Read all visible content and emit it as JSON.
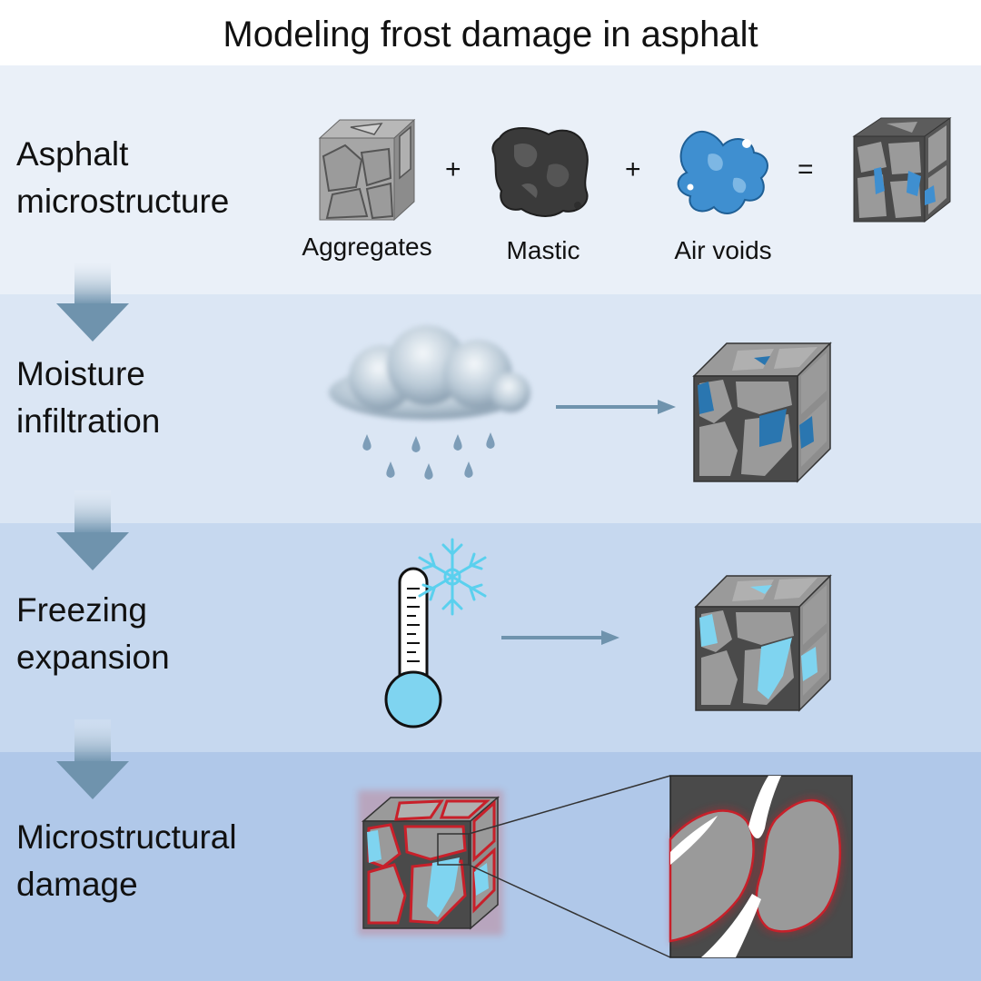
{
  "title": "Modeling frost damage in asphalt",
  "steps": [
    {
      "line1": "Asphalt",
      "line2": "microstructure"
    },
    {
      "line1": "Moisture",
      "line2": "infiltration"
    },
    {
      "line1": "Freezing",
      "line2": "expansion"
    },
    {
      "line1": "Microstructural",
      "line2": "damage"
    }
  ],
  "components": {
    "aggregates": "Aggregates",
    "mastic": "Mastic",
    "air_voids": "Air voids",
    "plus": "+",
    "equals": "="
  },
  "colors": {
    "aggregate": "#9a9a9a",
    "mastic": "#4a4a4a",
    "air_void": "#3f8fd0",
    "water": "#2a76b0",
    "ice": "#7fd4f0",
    "damage": "#c8202a",
    "arrow": "#6f93ad"
  }
}
